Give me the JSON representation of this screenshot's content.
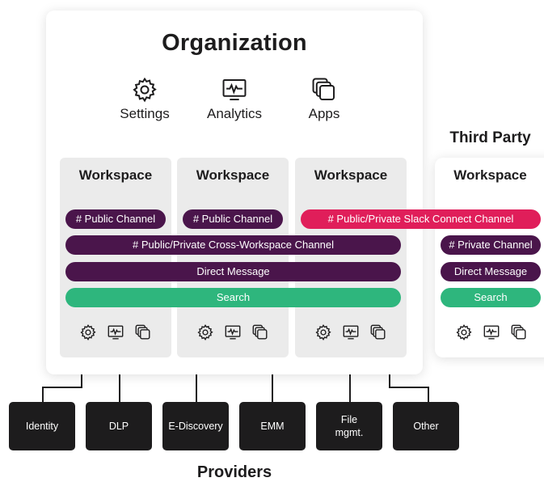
{
  "organization": {
    "title": "Organization",
    "tools": [
      {
        "label": "Settings",
        "icon": "gear-icon"
      },
      {
        "label": "Analytics",
        "icon": "analytics-icon"
      },
      {
        "label": "Apps",
        "icon": "apps-icon"
      }
    ]
  },
  "workspaces": [
    {
      "title": "Workspace",
      "public_channel": "# Public Channel"
    },
    {
      "title": "Workspace",
      "public_channel": "# Public Channel"
    },
    {
      "title": "Workspace"
    }
  ],
  "shared_channels": {
    "slack_connect": "# Public/Private Slack Connect Channel",
    "cross_workspace": "# Public/Private Cross-Workspace Channel",
    "direct_message": "Direct Message",
    "search": "Search"
  },
  "third_party": {
    "label": "Third Party",
    "workspace_title": "Workspace",
    "private_channel": "# Private Channel",
    "direct_message": "Direct Message",
    "search": "Search"
  },
  "providers": {
    "title": "Providers",
    "items": [
      {
        "label": "Identity"
      },
      {
        "label": "DLP"
      },
      {
        "label": "E-Discovery"
      },
      {
        "label": "EMM"
      },
      {
        "label": "File\nmgmt."
      },
      {
        "label": "Other"
      }
    ]
  },
  "colors": {
    "purple": "#4a154b",
    "pink": "#e01e5a",
    "green": "#2eb67d",
    "dark": "#1d1c1d",
    "panel": "#ebebeb"
  }
}
